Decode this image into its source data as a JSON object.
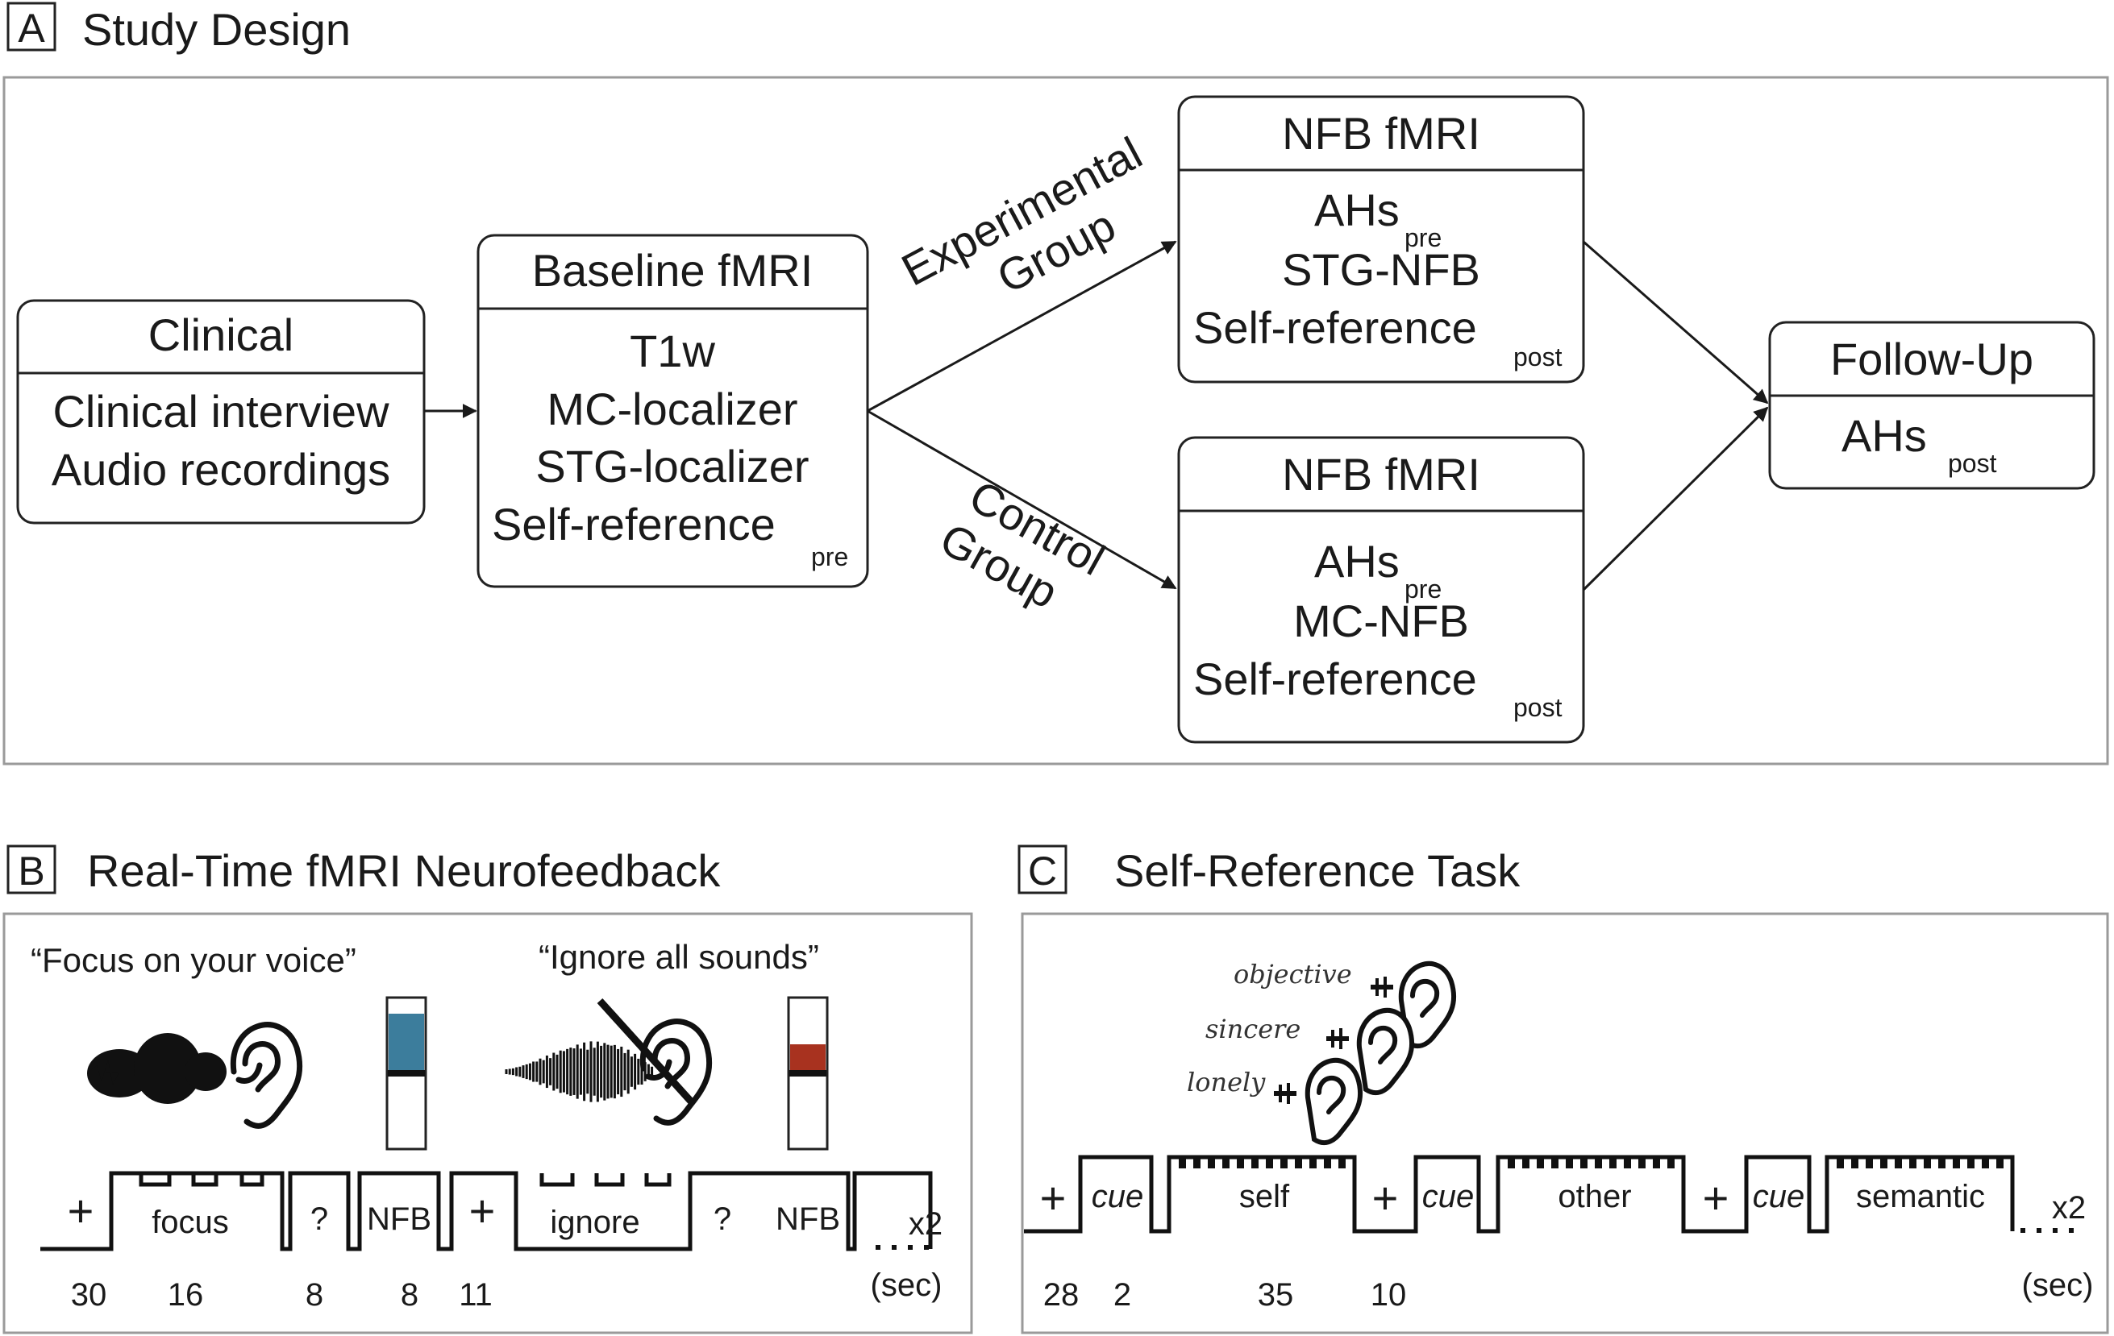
{
  "panel_a": {
    "letter": "A",
    "title": "Study Design",
    "clinical": {
      "header": "Clinical",
      "lines": [
        "Clinical interview",
        "Audio recordings"
      ]
    },
    "baseline": {
      "header": "Baseline fMRI",
      "lines": [
        "T1w",
        "MC-localizer",
        "STG-localizer",
        "Self-reference"
      ],
      "subscript": "pre"
    },
    "exp_label": [
      "Experimental",
      "Group"
    ],
    "ctrl_label": [
      "Control",
      "Group"
    ],
    "nfb_exp": {
      "header": "NFB fMRI",
      "line1": "AHs",
      "line1_sub": "pre",
      "line2": "STG-NFB",
      "line3": "Self-reference",
      "line3_sub": "post"
    },
    "nfb_ctrl": {
      "header": "NFB fMRI",
      "line1": "AHs",
      "line1_sub": "pre",
      "line2": "MC-NFB",
      "line3": "Self-reference",
      "line3_sub": "post"
    },
    "followup": {
      "header": "Follow-Up",
      "line1": "AHs",
      "line1_sub": "post"
    }
  },
  "panel_b": {
    "letter": "B",
    "title": "Real-Time fMRI Neurofeedback",
    "quote_focus": "“Focus on your voice”",
    "quote_ignore": "“Ignore all sounds”",
    "feedback_colors": {
      "focus": "#3c7d9c",
      "ignore": "#a8321f"
    },
    "block_labels": {
      "fix1": "+",
      "focus": "focus",
      "q1": "?",
      "nfb1": "NFB",
      "fix2": "+",
      "ignore": "ignore",
      "q2": "?",
      "nfb2": "NFB"
    },
    "repeat": "x2",
    "unit": "(sec)",
    "durations": [
      "30",
      "16",
      "8",
      "8",
      "11"
    ]
  },
  "panel_c": {
    "letter": "C",
    "title": "Self-Reference Task",
    "words": [
      "objective",
      "sincere",
      "lonely"
    ],
    "block_labels": {
      "fix1": "+",
      "cue1": "cue",
      "self": "self",
      "fix2": "+",
      "cue2": "cue",
      "other": "other",
      "fix3": "+",
      "cue3": "cue",
      "semantic": "semantic"
    },
    "repeat": "x2",
    "unit": "(sec)",
    "durations": [
      "28",
      "2",
      "35",
      "10"
    ]
  }
}
